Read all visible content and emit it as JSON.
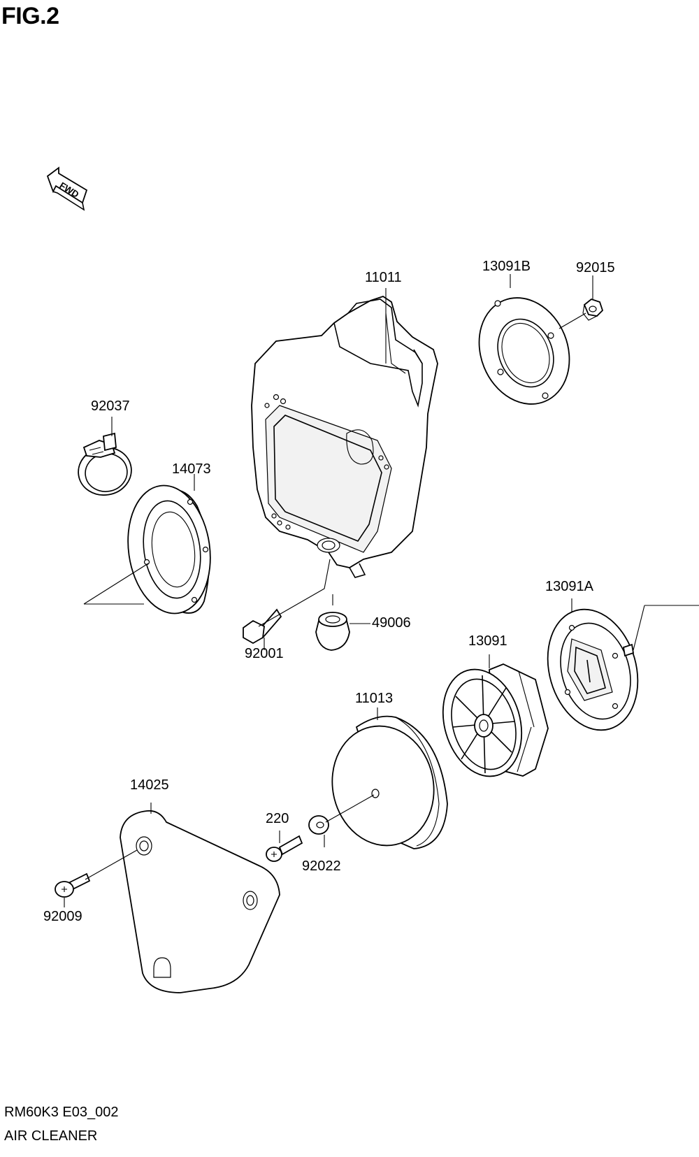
{
  "figure_label": "FIG.2",
  "fwd_label": "FWD",
  "callouts": {
    "p11011": "11011",
    "p13091B": "13091B",
    "p92015": "92015",
    "p92037": "92037",
    "p14073": "14073",
    "p13091A": "13091A",
    "p49006": "49006",
    "p92001": "92001",
    "p13091": "13091",
    "p11013": "11013",
    "p14025": "14025",
    "p220": "220",
    "p92022": "92022",
    "p92009": "92009"
  },
  "footer": {
    "code": "RM60K3 E03_002",
    "caption": "AIR CLEANER"
  }
}
